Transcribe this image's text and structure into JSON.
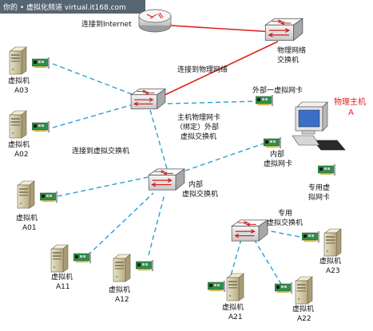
{
  "watermark": "你的 • 虚拟化频道 virtual.it168.com",
  "internet_label": "连接到Internet",
  "physical_switch": {
    "line1": "物理网络",
    "line2": "交换机"
  },
  "connect_physical": "连接到物理网络",
  "host_nic": {
    "line1": "主机物理网卡",
    "line2": "（绑定）外部",
    "line3": "虚拟交换机"
  },
  "external_vnic": "外部一虚拟网卡",
  "physical_host": {
    "line1": "物理主机",
    "line2": "A"
  },
  "internal_vnic": {
    "line1": "内部",
    "line2": "虚拟网卡"
  },
  "private_vnic": {
    "line1": "专用虚",
    "line2": "拟网卡"
  },
  "connect_virtual": "连接到虚拟交换机",
  "internal_switch": {
    "line1": "内部",
    "line2": "虚拟交换机"
  },
  "private_switch": {
    "line1": "专用",
    "line2": "虚拟交换机"
  },
  "vms": {
    "a03": {
      "name": "虚拟机",
      "id": "A03"
    },
    "a02": {
      "name": "虚拟机",
      "id": "A02"
    },
    "a01": {
      "name": "虚拟机",
      "id": "A01"
    },
    "a11": {
      "name": "虚拟机",
      "id": "A11"
    },
    "a12": {
      "name": "虚拟机",
      "id": "A12"
    },
    "a21": {
      "name": "虚拟机",
      "id": "A21"
    },
    "a22": {
      "name": "虚拟机",
      "id": "A22"
    },
    "a23": {
      "name": "虚拟机",
      "id": "A23"
    }
  },
  "colors": {
    "red_link": "#e0201a",
    "dashed_link": "#2a9fd6",
    "watermark_bg": "#3a4a5a"
  }
}
